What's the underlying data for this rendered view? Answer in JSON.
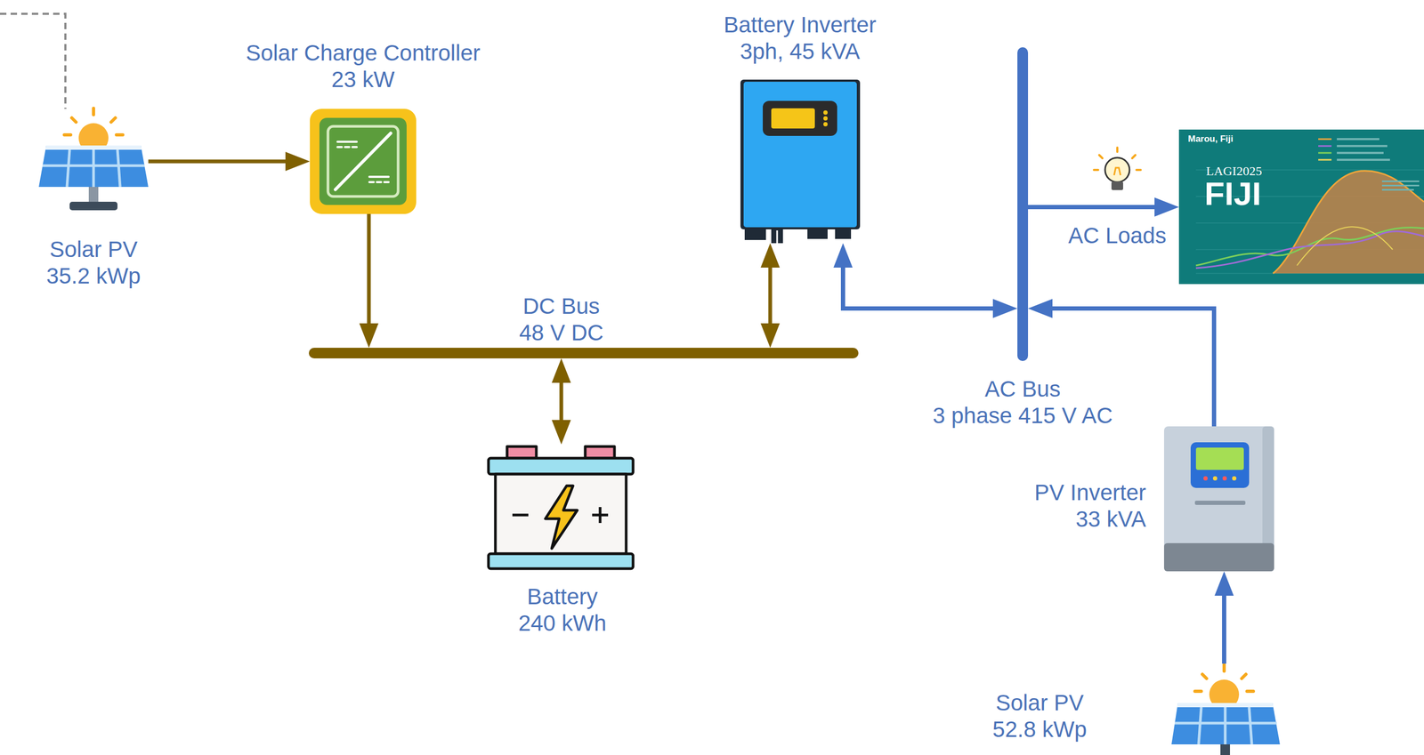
{
  "diagram": {
    "nodes": [
      {
        "text": [
          "Solar PV",
          "35.2 kWp"
        ]
      },
      {
        "text": [
          "Solar Charge Controller",
          "23 kW"
        ]
      },
      {
        "text": [
          "DC Bus",
          "48 V DC"
        ]
      },
      {
        "text": [
          "Battery",
          "240 kWh"
        ]
      },
      {
        "text": [
          "Battery Inverter",
          "3ph, 45 kVA"
        ]
      },
      {
        "text": [
          "AC Bus",
          "3 phase 415 V AC"
        ]
      },
      {
        "text": [
          "Marou, Fiji",
          "LAGI2025",
          "FIJI"
        ]
      },
      {
        "text": [
          "PV Inverter",
          "33 kVA"
        ]
      },
      {
        "text": [
          "Solar PV",
          "52.8 kWp"
        ]
      }
    ],
    "edges": [
      {
        "from": 0,
        "to": 1,
        "arrow": "to"
      },
      {
        "from": 1,
        "to": 2,
        "arrow": "to"
      },
      {
        "from": 2,
        "to": 3,
        "arrow": "both"
      },
      {
        "from": 2,
        "to": 4,
        "arrow": "both"
      },
      {
        "from": 4,
        "to": 5,
        "arrow": "both"
      },
      {
        "from": 8,
        "to": 7,
        "arrow": "to"
      },
      {
        "from": 7,
        "to": 5,
        "arrow": "to"
      },
      {
        "from": 5,
        "to": 6,
        "arrow": "to",
        "label": "AC Loads"
      }
    ]
  }
}
